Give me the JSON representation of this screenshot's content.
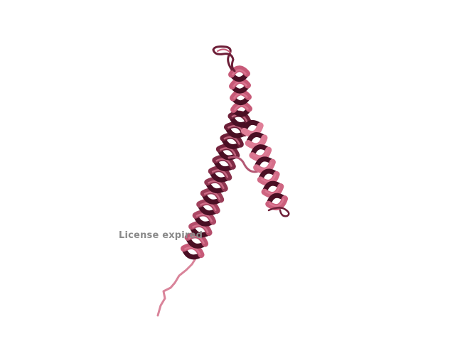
{
  "viewer": {
    "watermark_text": "License expired",
    "background_color": "#ffffff"
  },
  "structure": {
    "representation": "cartoon",
    "secondary_structure": [
      "coil",
      "helix",
      "coil",
      "helix",
      "coil"
    ],
    "colors": {
      "light": "#e07f98",
      "mid": "#c75a78",
      "dark": "#6d1f38",
      "deep": "#4a0f24",
      "loop": "#b35874",
      "tail": "#d9849a"
    }
  },
  "watermark": {
    "color": "#8a8a8a"
  }
}
